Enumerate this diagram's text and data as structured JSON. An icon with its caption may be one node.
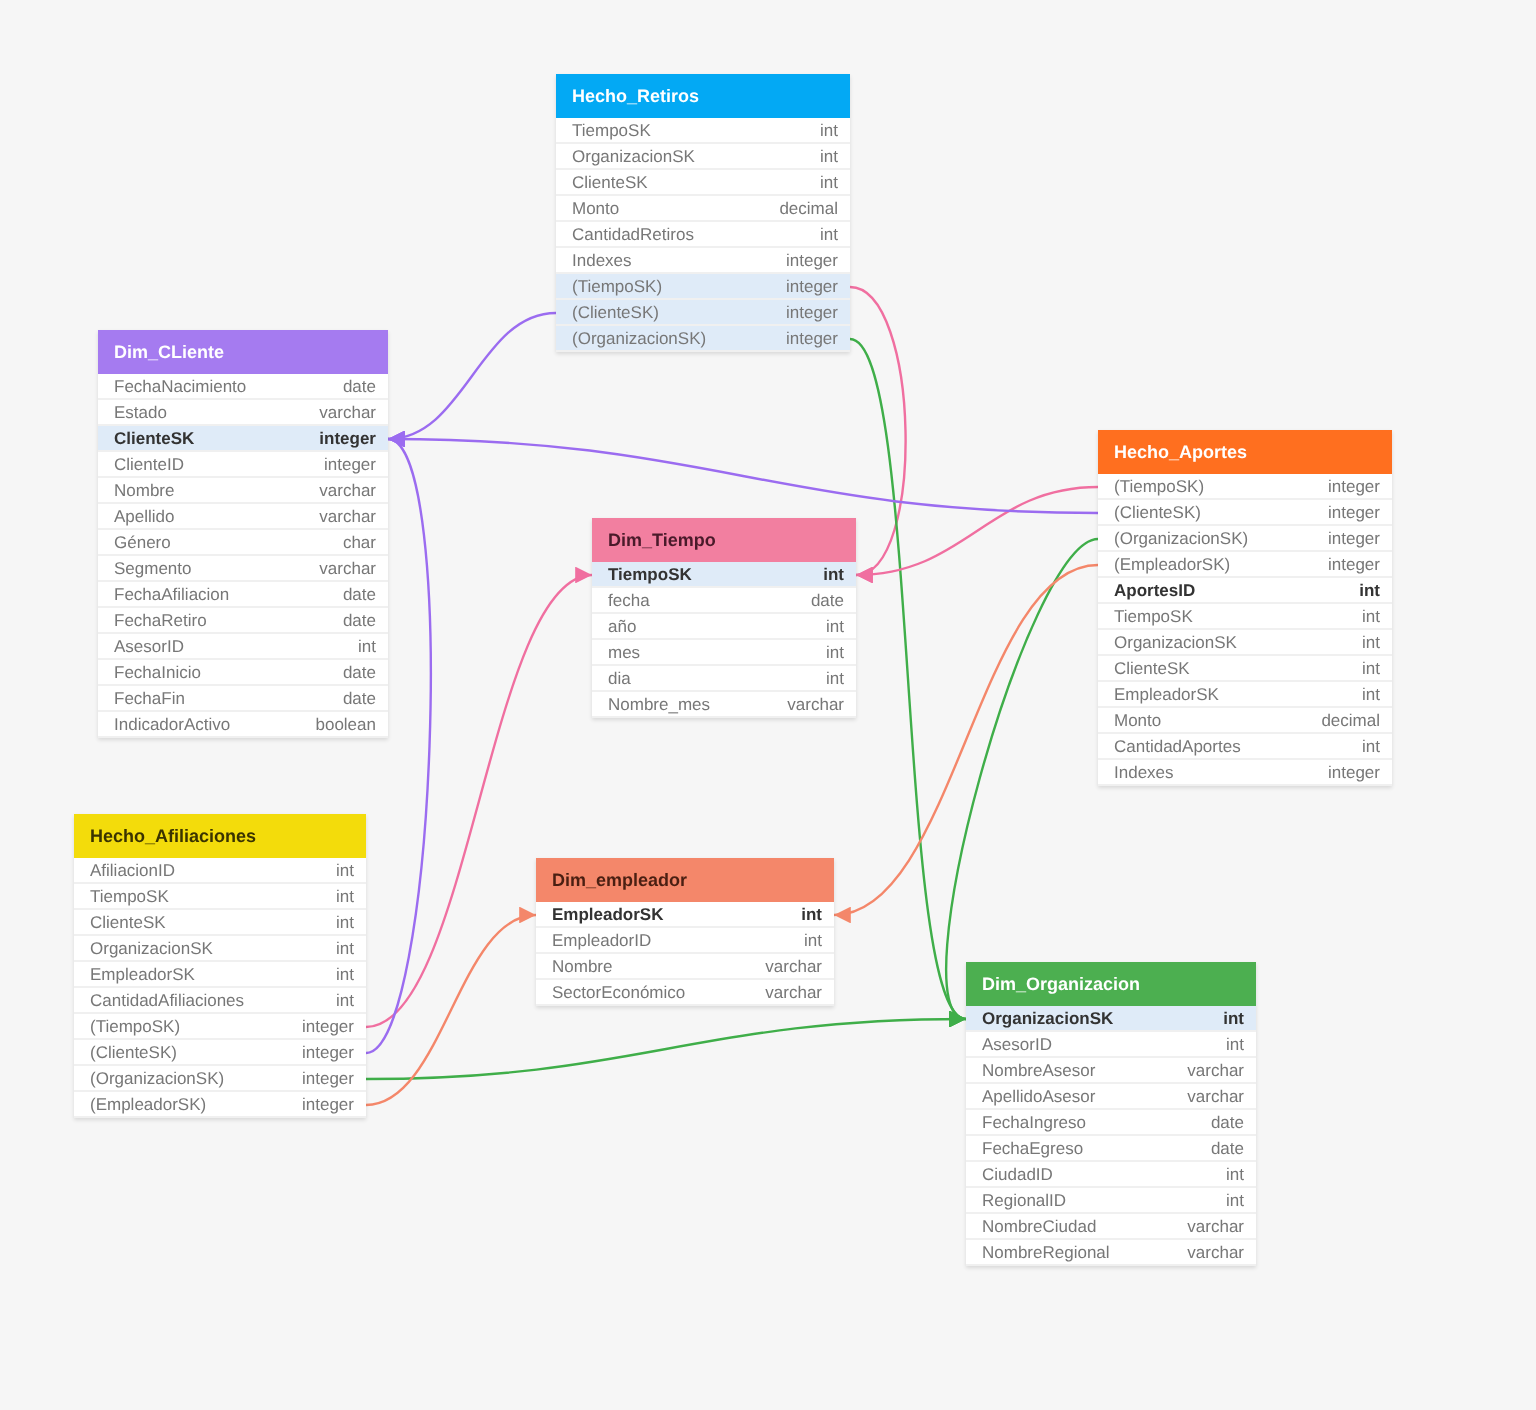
{
  "diagram": {
    "nodes": [
      {
        "text": [
          "Hecho_Retiros"
        ]
      },
      {
        "text": [
          "TiempoSK",
          "int"
        ],
        "in": 0
      },
      {
        "text": [
          "OrganizacionSK",
          "int"
        ],
        "in": 0
      },
      {
        "text": [
          "ClienteSK",
          "int"
        ],
        "in": 0
      },
      {
        "text": [
          "Monto",
          "decimal"
        ],
        "in": 0
      },
      {
        "text": [
          "CantidadRetiros",
          "int"
        ],
        "in": 0
      },
      {
        "text": [
          "Indexes",
          "integer"
        ],
        "in": 0
      },
      {
        "text": [
          "(TiempoSK)",
          "integer"
        ],
        "in": 0
      },
      {
        "text": [
          "(ClienteSK)",
          "integer"
        ],
        "in": 0
      },
      {
        "text": [
          "(OrganizacionSK)",
          "integer"
        ],
        "in": 0
      },
      {
        "text": [
          "Dim_CLiente"
        ]
      },
      {
        "text": [
          "FechaNacimiento",
          "date"
        ],
        "in": 10
      },
      {
        "text": [
          "Estado",
          "varchar"
        ],
        "in": 10
      },
      {
        "text": [
          "ClienteSK",
          "integer"
        ],
        "in": 10
      },
      {
        "text": [
          "ClienteID",
          "integer"
        ],
        "in": 10
      },
      {
        "text": [
          "Nombre",
          "varchar"
        ],
        "in": 10
      },
      {
        "text": [
          "Apellido",
          "varchar"
        ],
        "in": 10
      },
      {
        "text": [
          "Género",
          "char"
        ],
        "in": 10
      },
      {
        "text": [
          "Segmento",
          "varchar"
        ],
        "in": 10
      },
      {
        "text": [
          "FechaAfiliacion",
          "date"
        ],
        "in": 10
      },
      {
        "text": [
          "FechaRetiro",
          "date"
        ],
        "in": 10
      },
      {
        "text": [
          "AsesorID",
          "int"
        ],
        "in": 10
      },
      {
        "text": [
          "FechaInicio",
          "date"
        ],
        "in": 10
      },
      {
        "text": [
          "FechaFin",
          "date"
        ],
        "in": 10
      },
      {
        "text": [
          "IndicadorActivo",
          "boolean"
        ],
        "in": 10
      },
      {
        "text": [
          "Dim_Tiempo"
        ]
      },
      {
        "text": [
          "TiempoSK",
          "int"
        ],
        "in": 25
      },
      {
        "text": [
          "fecha",
          "date"
        ],
        "in": 25
      },
      {
        "text": [
          "año",
          "int"
        ],
        "in": 25
      },
      {
        "text": [
          "mes",
          "int"
        ],
        "in": 25
      },
      {
        "text": [
          "dia",
          "int"
        ],
        "in": 25
      },
      {
        "text": [
          "Nombre_mes",
          "varchar"
        ],
        "in": 25
      },
      {
        "text": [
          "Hecho_Aportes"
        ]
      },
      {
        "text": [
          "(TiempoSK)",
          "integer"
        ],
        "in": 32
      },
      {
        "text": [
          "(ClienteSK)",
          "integer"
        ],
        "in": 32
      },
      {
        "text": [
          "(OrganizacionSK)",
          "integer"
        ],
        "in": 32
      },
      {
        "text": [
          "(EmpleadorSK)",
          "integer"
        ],
        "in": 32
      },
      {
        "text": [
          "AportesID",
          "int"
        ],
        "in": 32
      },
      {
        "text": [
          "TiempoSK",
          "int"
        ],
        "in": 32
      },
      {
        "text": [
          "OrganizacionSK",
          "int"
        ],
        "in": 32
      },
      {
        "text": [
          "ClienteSK",
          "int"
        ],
        "in": 32
      },
      {
        "text": [
          "EmpleadorSK",
          "int"
        ],
        "in": 32
      },
      {
        "text": [
          "Monto",
          "decimal"
        ],
        "in": 32
      },
      {
        "text": [
          "CantidadAportes",
          "int"
        ],
        "in": 32
      },
      {
        "text": [
          "Indexes",
          "integer"
        ],
        "in": 32
      },
      {
        "text": [
          "Hecho_Afiliaciones"
        ]
      },
      {
        "text": [
          "AfiliacionID",
          "int"
        ],
        "in": 45
      },
      {
        "text": [
          "TiempoSK",
          "int"
        ],
        "in": 45
      },
      {
        "text": [
          "ClienteSK",
          "int"
        ],
        "in": 45
      },
      {
        "text": [
          "OrganizacionSK",
          "int"
        ],
        "in": 45
      },
      {
        "text": [
          "EmpleadorSK",
          "int"
        ],
        "in": 45
      },
      {
        "text": [
          "CantidadAfiliaciones",
          "int"
        ],
        "in": 45
      },
      {
        "text": [
          "(TiempoSK)",
          "integer"
        ],
        "in": 45
      },
      {
        "text": [
          "(ClienteSK)",
          "integer"
        ],
        "in": 45
      },
      {
        "text": [
          "(OrganizacionSK)",
          "integer"
        ],
        "in": 45
      },
      {
        "text": [
          "(EmpleadorSK)",
          "integer"
        ],
        "in": 45
      },
      {
        "text": [
          "Dim_empleador"
        ]
      },
      {
        "text": [
          "EmpleadorSK",
          "int"
        ],
        "in": 56
      },
      {
        "text": [
          "EmpleadorID",
          "int"
        ],
        "in": 56
      },
      {
        "text": [
          "Nombre",
          "varchar"
        ],
        "in": 56
      },
      {
        "text": [
          "SectorEconómico",
          "varchar"
        ],
        "in": 56
      },
      {
        "text": [
          "Dim_Organizacion"
        ]
      },
      {
        "text": [
          "OrganizacionSK",
          "int"
        ],
        "in": 61
      },
      {
        "text": [
          "AsesorID",
          "int"
        ],
        "in": 61
      },
      {
        "text": [
          "NombreAsesor",
          "varchar"
        ],
        "in": 61
      },
      {
        "text": [
          "ApellidoAsesor",
          "varchar"
        ],
        "in": 61
      },
      {
        "text": [
          "FechaIngreso",
          "date"
        ],
        "in": 61
      },
      {
        "text": [
          "FechaEgreso",
          "date"
        ],
        "in": 61
      },
      {
        "text": [
          "CiudadID",
          "int"
        ],
        "in": 61
      },
      {
        "text": [
          "RegionalID",
          "int"
        ],
        "in": 61
      },
      {
        "text": [
          "NombreCiudad",
          "varchar"
        ],
        "in": 61
      },
      {
        "text": [
          "NombreRegional",
          "varchar"
        ],
        "in": 61
      }
    ],
    "edges": [
      {
        "from": 7,
        "to": 26,
        "arrow": "to",
        "color": "#f06fa0"
      },
      {
        "from": 8,
        "to": 13,
        "arrow": "to",
        "color": "#9b6cf0"
      },
      {
        "from": 9,
        "to": 62,
        "arrow": "to",
        "color": "#3fae49"
      },
      {
        "from": 33,
        "to": 26,
        "arrow": "to",
        "color": "#f06fa0"
      },
      {
        "from": 34,
        "to": 13,
        "arrow": "to",
        "color": "#9b6cf0"
      },
      {
        "from": 35,
        "to": 62,
        "arrow": "to",
        "color": "#3fae49"
      },
      {
        "from": 36,
        "to": 57,
        "arrow": "to",
        "color": "#f4876a"
      },
      {
        "from": 52,
        "to": 26,
        "arrow": "to",
        "color": "#f06fa0"
      },
      {
        "from": 53,
        "to": 13,
        "arrow": "to",
        "color": "#9b6cf0"
      },
      {
        "from": 54,
        "to": 62,
        "arrow": "to",
        "color": "#3fae49"
      },
      {
        "from": 55,
        "to": 57,
        "arrow": "to",
        "color": "#f4876a"
      }
    ]
  }
}
